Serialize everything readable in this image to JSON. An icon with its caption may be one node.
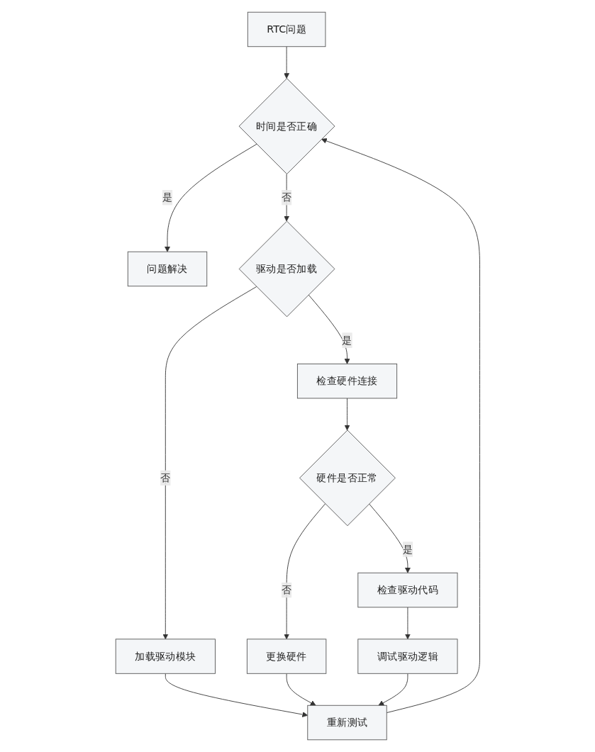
{
  "diagram": {
    "nodes": [
      {
        "text": [
          "RTC问题"
        ]
      },
      {
        "text": [
          "时间是否正确"
        ]
      },
      {
        "text": [
          "硬件是否正常"
        ]
      },
      {
        "text": [
          "问题解决"
        ]
      },
      {
        "text": [
          "驱动是否加载"
        ]
      },
      {
        "text": [
          "检查驱动代码"
        ]
      },
      {
        "text": [
          "检查硬件连接"
        ]
      },
      {
        "text": [
          "加载驱动模块"
        ]
      },
      {
        "text": [
          "更换硬件"
        ]
      },
      {
        "text": [
          "调试驱动逻辑"
        ]
      },
      {
        "text": [
          "重新测试"
        ]
      }
    ],
    "edges": [
      {
        "from": 0,
        "to": 1,
        "arrow": "to"
      },
      {
        "from": 1,
        "to": 3,
        "label": "是",
        "arrow": "to"
      },
      {
        "from": 1,
        "to": 4,
        "label": "否",
        "arrow": "to"
      },
      {
        "from": 4,
        "to": 6,
        "label": "是",
        "arrow": "to"
      },
      {
        "from": 4,
        "to": 7,
        "label": "否",
        "arrow": "to"
      },
      {
        "from": 6,
        "to": 2,
        "arrow": "to"
      },
      {
        "from": 2,
        "to": 8,
        "label": "否",
        "arrow": "to"
      },
      {
        "from": 2,
        "to": 5,
        "label": "是",
        "arrow": "to"
      },
      {
        "from": 5,
        "to": 9,
        "arrow": "to"
      },
      {
        "from": 7,
        "to": 10,
        "arrow": "to"
      },
      {
        "from": 8,
        "to": 10,
        "arrow": "to"
      },
      {
        "from": 9,
        "to": 10,
        "arrow": "to"
      },
      {
        "from": 10,
        "to": 1,
        "arrow": "to"
      }
    ]
  }
}
